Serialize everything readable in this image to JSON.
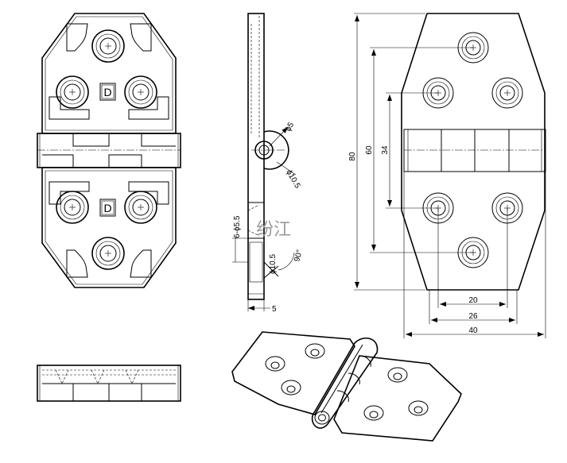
{
  "drawing": {
    "front_marks": {
      "top": "D",
      "bottom": "D"
    },
    "side_labels": {
      "outer_circle": "ϕ5",
      "inner_circle": "ϕ10.5",
      "countersink_outer": "6-ϕ5.5",
      "countersink_inner": "ϕ10.5",
      "countersink_angle": "90°",
      "thickness": "5"
    },
    "watermark": "纷江",
    "dimensions": {
      "height_total": "80",
      "height_outer_holes": "60",
      "height_inner_holes": "34",
      "width_inner_holes": "20",
      "width_outer_holes": "26",
      "width_total": "40"
    }
  }
}
